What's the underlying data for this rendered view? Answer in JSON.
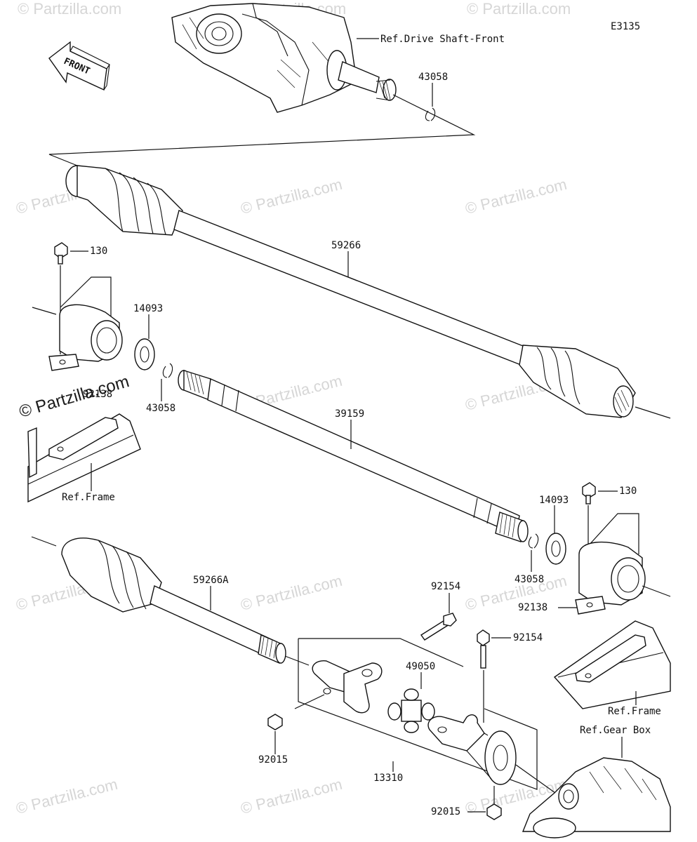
{
  "diagram_id": "E3135",
  "front_label": "FRONT",
  "references": {
    "drive_shaft_front": "Ref.Drive Shaft-Front",
    "frame_left": "Ref.Frame",
    "frame_right": "Ref.Frame",
    "gear_box": "Ref.Gear Box"
  },
  "parts": {
    "p43058_top": "43058",
    "p59266": "59266",
    "p130_left": "130",
    "p14093_left": "14093",
    "p43058_left": "43058",
    "p92138_left": "92138",
    "p39159": "39159",
    "p130_right": "130",
    "p14093_right": "14093",
    "p43058_right": "43058",
    "p92138_right": "92138",
    "p59266A": "59266A",
    "p92154_a": "92154",
    "p92154_b": "92154",
    "p49050": "49050",
    "p92015_left": "92015",
    "p13310": "13310",
    "p92015_bottom": "92015"
  },
  "watermark": "© Partzilla.com"
}
